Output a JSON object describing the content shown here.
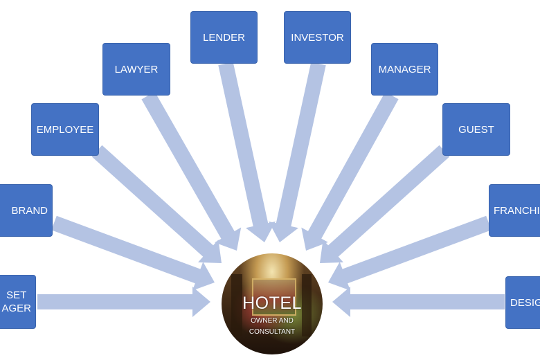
{
  "center": {
    "title": "HOTEL",
    "subtitle_line1": "OWNER AND",
    "subtitle_line2": "CONSULTANT"
  },
  "nodes": [
    {
      "id": "asset-manager",
      "lines": [
        "SET",
        "AGER"
      ]
    },
    {
      "id": "brand",
      "lines": [
        "BRAND"
      ]
    },
    {
      "id": "employee",
      "lines": [
        "EMPLOYEE"
      ]
    },
    {
      "id": "lawyer",
      "lines": [
        "LAWYER"
      ]
    },
    {
      "id": "lender",
      "lines": [
        "LENDER"
      ]
    },
    {
      "id": "investor",
      "lines": [
        "INVESTOR"
      ]
    },
    {
      "id": "manager",
      "lines": [
        "MANAGER"
      ]
    },
    {
      "id": "guest",
      "lines": [
        "GUEST"
      ]
    },
    {
      "id": "franchise",
      "lines": [
        "FRANCHI"
      ]
    },
    {
      "id": "design",
      "lines": [
        "DESIG"
      ]
    }
  ],
  "colors": {
    "box_fill": "#4472c4",
    "arrow_fill": "#b4c3e3",
    "text": "#ffffff"
  }
}
